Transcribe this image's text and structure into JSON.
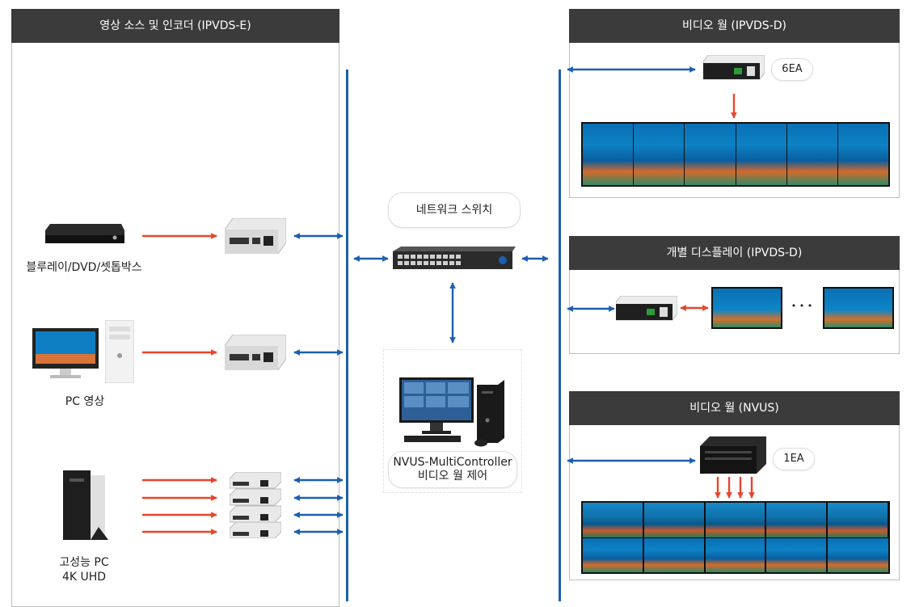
{
  "panels": {
    "sources_header": "영상 소스 및 인코더 (IPVDS-E)",
    "videowall1_header": "비디오 월 (IPVDS-D)",
    "individual_header": "개별 디스플레이 (IPVDS-D)",
    "videowall2_header": "비디오 월 (NVUS)"
  },
  "sources": {
    "bluray_label": "블루레이/DVD/셋톱박스",
    "pc_label": "PC 영상",
    "hpc_label_line1": "고성능 PC",
    "hpc_label_line2": "4K UHD"
  },
  "center": {
    "switch_label": "네트워크 스위치",
    "controller_line1": "NVUS-MultiController",
    "controller_line2": "비디오 월 제어"
  },
  "outputs": {
    "wall1_count": "6EA",
    "wall2_count": "1EA",
    "ellipsis": "• • •"
  },
  "colors": {
    "network_line": "#1c5fb0",
    "signal_arrow": "#e8452c",
    "header_bg": "#3b3b3b"
  }
}
